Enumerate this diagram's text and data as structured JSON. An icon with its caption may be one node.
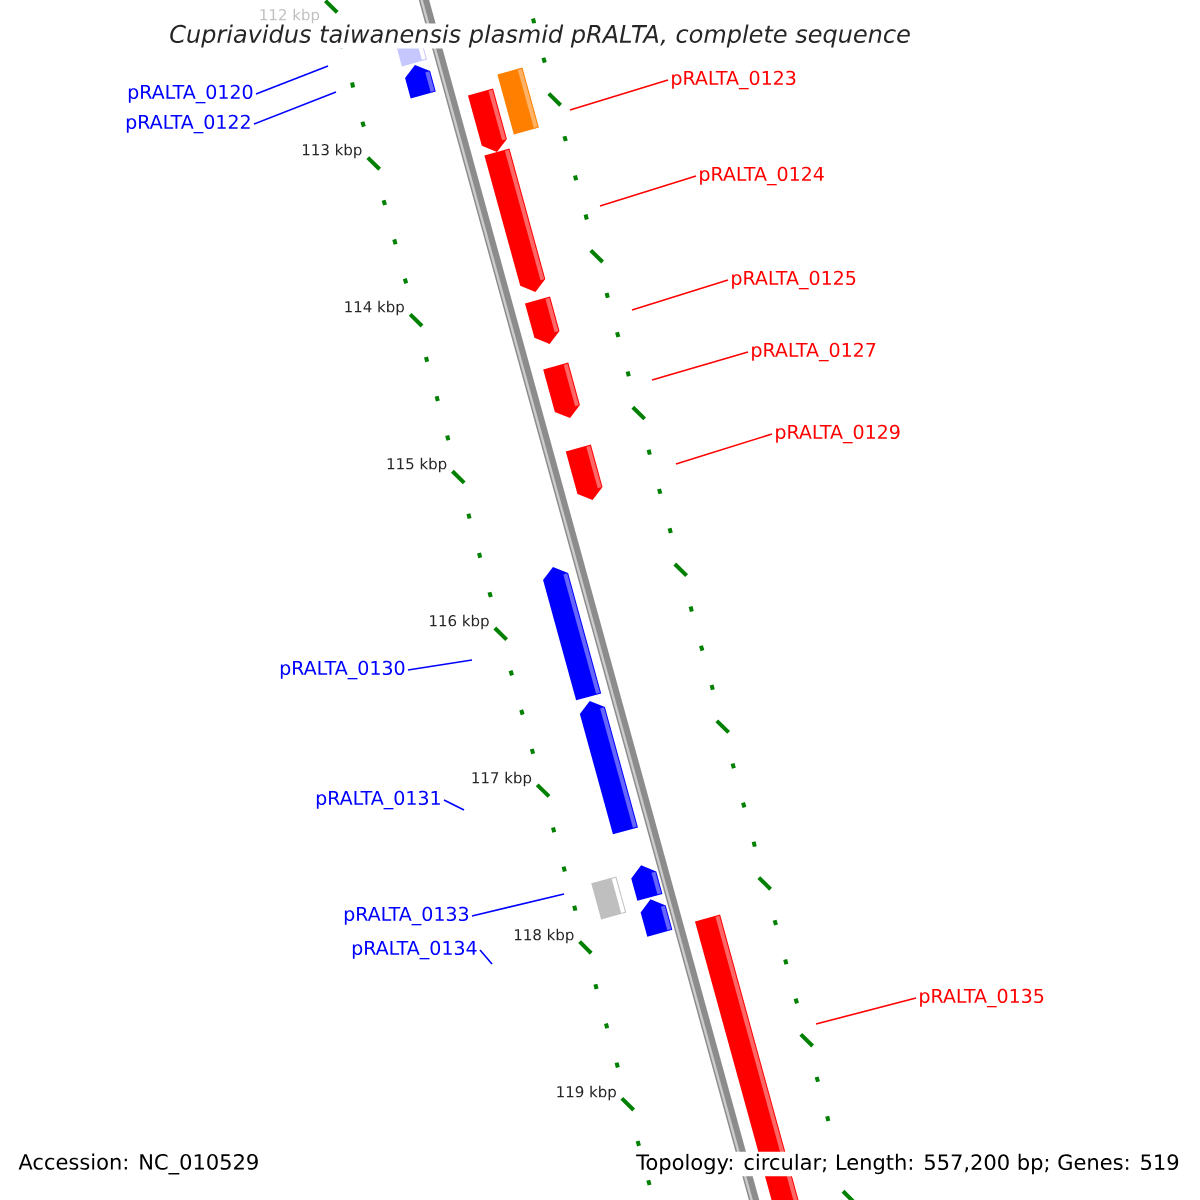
{
  "diagram": {
    "title": "Cupriavidus taiwanensis plasmid pRALTA, complete sequence",
    "nodes": [
      {
        "text": [
          "pRALTA_0120"
        ]
      },
      {
        "text": [
          "pRALTA_0122"
        ]
      },
      {
        "text": [
          "pRALTA_0123"
        ]
      },
      {
        "text": [
          "pRALTA_0124"
        ]
      },
      {
        "text": [
          "pRALTA_0125"
        ]
      },
      {
        "text": [
          "pRALTA_0127"
        ]
      },
      {
        "text": [
          "pRALTA_0129"
        ]
      },
      {
        "text": [
          "pRALTA_0130"
        ]
      },
      {
        "text": [
          "pRALTA_0131"
        ]
      },
      {
        "text": [
          "pRALTA_0133"
        ]
      },
      {
        "text": [
          "pRALTA_0134"
        ]
      },
      {
        "text": [
          "pRALTA_0135"
        ]
      }
    ],
    "edges": [
      {
        "from": 0,
        "to": null,
        "arrow": "none",
        "color": "#0000ff"
      },
      {
        "from": 1,
        "to": null,
        "arrow": "none",
        "color": "#0000ff"
      },
      {
        "from": 2,
        "to": null,
        "arrow": "none",
        "color": "#ff0000"
      },
      {
        "from": 3,
        "to": null,
        "arrow": "none",
        "color": "#ff0000"
      },
      {
        "from": 4,
        "to": null,
        "arrow": "none",
        "color": "#ff0000"
      },
      {
        "from": 5,
        "to": null,
        "arrow": "none",
        "color": "#ff0000"
      },
      {
        "from": 6,
        "to": null,
        "arrow": "none",
        "color": "#ff0000"
      },
      {
        "from": 7,
        "to": null,
        "arrow": "none",
        "color": "#0000ff"
      },
      {
        "from": 8,
        "to": null,
        "arrow": "none",
        "color": "#0000ff"
      },
      {
        "from": 9,
        "to": null,
        "arrow": "none",
        "color": "#0000ff"
      },
      {
        "from": 10,
        "to": null,
        "arrow": "none",
        "color": "#0000ff"
      },
      {
        "from": 11,
        "to": null,
        "arrow": "none",
        "color": "#ff0000"
      }
    ],
    "labels": [
      "112 kbp",
      "113 kbp",
      "114 kbp",
      "115 kbp",
      "116 kbp",
      "117 kbp",
      "118 kbp",
      "119 kbp",
      "Accession: NC_010529",
      "Topology: circular; Length: 557,200 bp; Genes: 519"
    ]
  }
}
